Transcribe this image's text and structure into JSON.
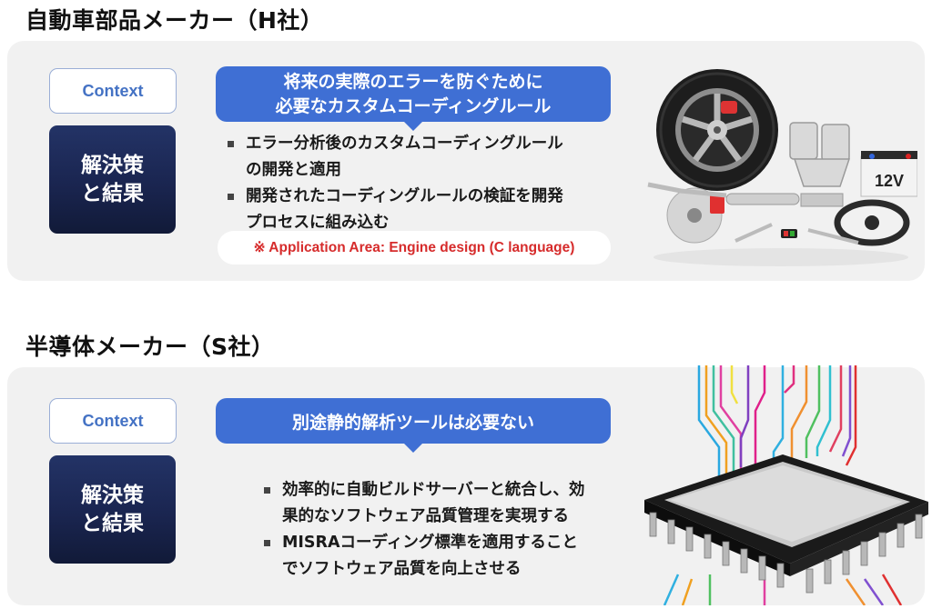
{
  "sections": [
    {
      "title": "自動車部品メーカー（H社）",
      "context_label": "Context",
      "solution_label_line1": "解決策",
      "solution_label_line2": "と結果",
      "callout_line1": "将来の実際のエラーを防ぐために",
      "callout_line2": "必要なカスタムコーディングルール",
      "bullets": [
        {
          "line1": "エラー分析後のカスタムコーディングルール",
          "line2": "の開発と適用"
        },
        {
          "line1": "開発されたコーディングルールの検証を開発",
          "line2": "プロセスに組み込む"
        }
      ],
      "note": "※ Application Area: Engine design (C language)",
      "image": {
        "semantic": "auto-parts-illustration",
        "battery_label": "12V"
      }
    },
    {
      "title": "半導体メーカー（S社）",
      "context_label": "Context",
      "solution_label_line1": "解決策",
      "solution_label_line2": "と結果",
      "callout": "別途静的解析ツールは必要ない",
      "bullets": [
        {
          "line1": "効率的に自動ビルドサーバーと統合し、効",
          "line2": "果的なソフトウェア品質管理を実現する"
        },
        {
          "line1": "MISRAコーディング標準を適用すること",
          "line2": "でソフトウェア品質を向上させる"
        }
      ],
      "image": {
        "semantic": "semiconductor-chip-illustration"
      }
    }
  ],
  "colors": {
    "panel_bg": "#f1f1f1",
    "callout_blue": "#3f6fd4",
    "context_text": "#4472c4",
    "solution_navy": "#1a2550",
    "note_red": "#d62b2b"
  }
}
